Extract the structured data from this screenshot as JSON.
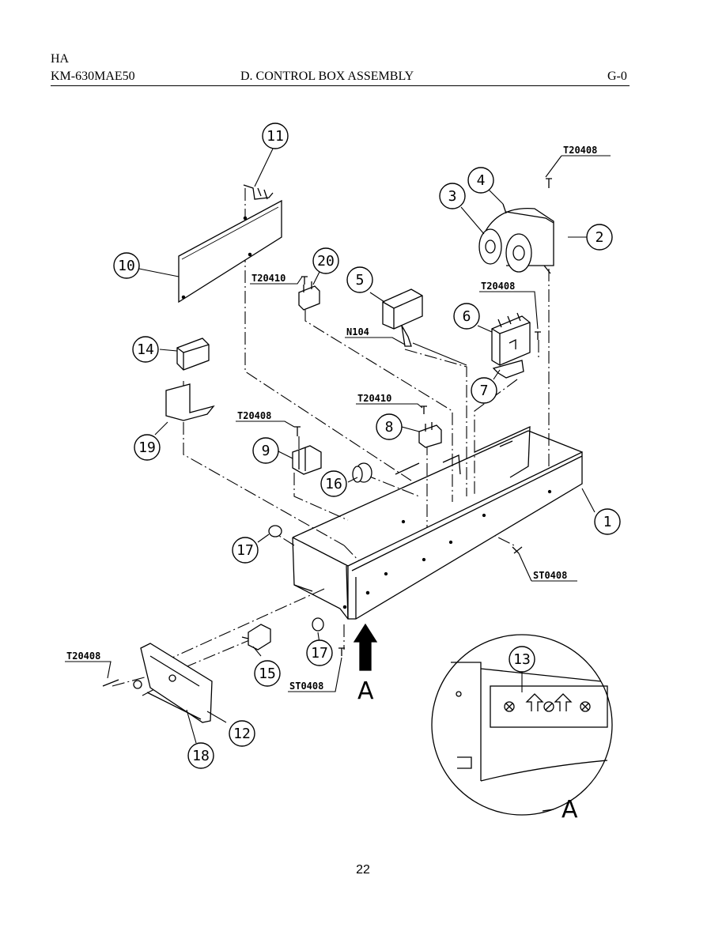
{
  "header": {
    "brand": "HA",
    "model": "KM-630MAE50",
    "title": "D. CONTROL BOX ASSEMBLY",
    "code": "G-0"
  },
  "callouts": [
    "1",
    "2",
    "3",
    "4",
    "5",
    "6",
    "7",
    "8",
    "9",
    "10",
    "11",
    "12",
    "13",
    "14",
    "15",
    "16",
    "17",
    "18",
    "19",
    "20"
  ],
  "part_numbers": {
    "t20408": "T20408",
    "t20410": "T20410",
    "n104": "N104",
    "st0408": "ST0408"
  },
  "view_label": "A",
  "page_number": "22"
}
